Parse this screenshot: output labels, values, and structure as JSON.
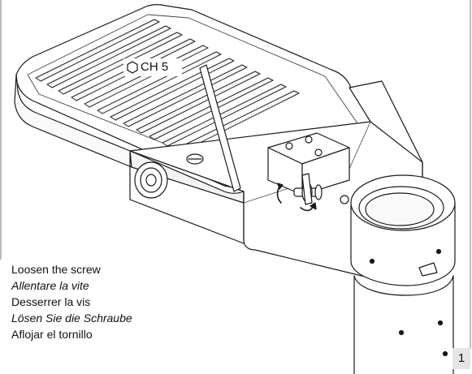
{
  "callout": {
    "icon": "hex-nut-icon",
    "label": "CH 5"
  },
  "instructions": [
    {
      "text": "Loosen the screw",
      "italic": false
    },
    {
      "text": "Allentare la vite",
      "italic": true
    },
    {
      "text": "Desserrer la vis",
      "italic": false
    },
    {
      "text": "Lösen Sie die Schraube",
      "italic": true
    },
    {
      "text": "Aflojar el tornillo",
      "italic": false
    }
  ],
  "step_number": "1"
}
